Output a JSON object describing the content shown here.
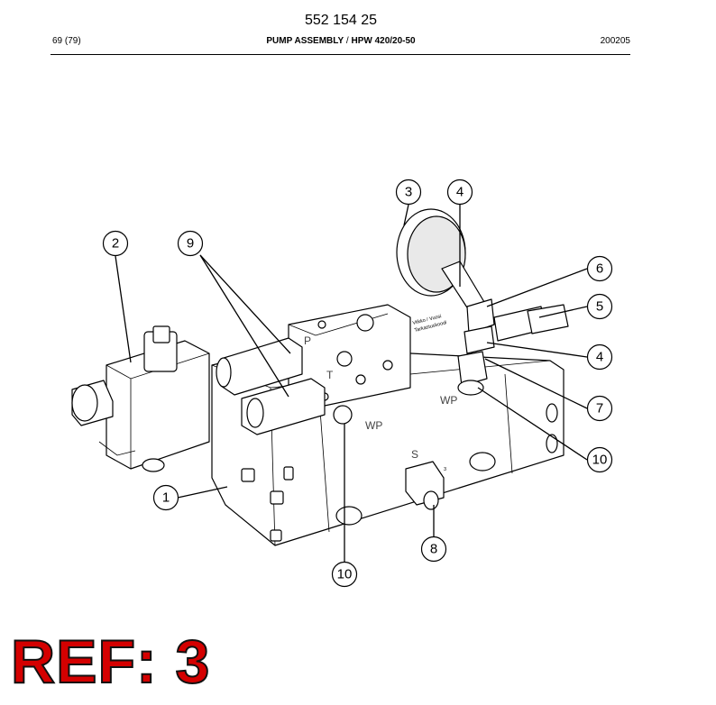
{
  "header": {
    "doc_number": "552 154 25",
    "page": "69 (79)",
    "title_part1": "PUMP ASSEMBLY",
    "title_sep": " / ",
    "title_part2": "HPW 420/20-50",
    "date": "200205"
  },
  "drawing": {
    "callouts": [
      "1",
      "2",
      "3",
      "4",
      "4",
      "5",
      "6",
      "7",
      "8",
      "9",
      "10",
      "10"
    ],
    "port_labels": [
      "P",
      "T",
      "WP",
      "WP",
      "S"
    ],
    "block_label_line1": "Viikko / Vuosi",
    "block_label_line2": "Tarkastuskoodi",
    "small_mark": "3"
  },
  "stamp": {
    "ref_text": "REF: 3",
    "color": "#d40000"
  }
}
